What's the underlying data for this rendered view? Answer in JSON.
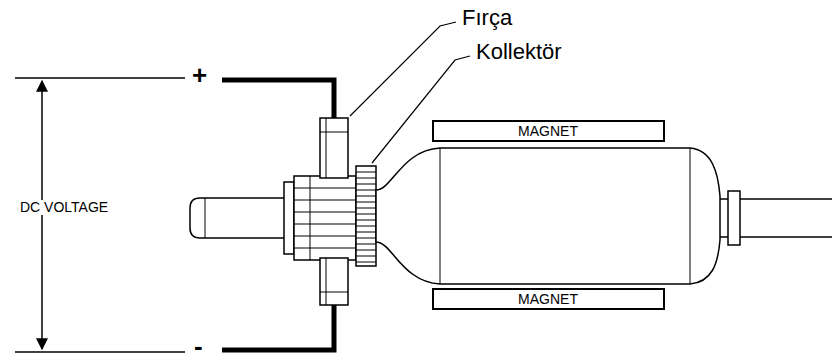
{
  "diagram": {
    "nodes": [
      {
        "text": [
          "MAGNET"
        ]
      },
      {
        "text": [
          "MAGNET"
        ]
      }
    ],
    "labels": [
      "Fırça",
      "Kollektör",
      "+",
      "DC VOLTAGE",
      "-"
    ]
  }
}
